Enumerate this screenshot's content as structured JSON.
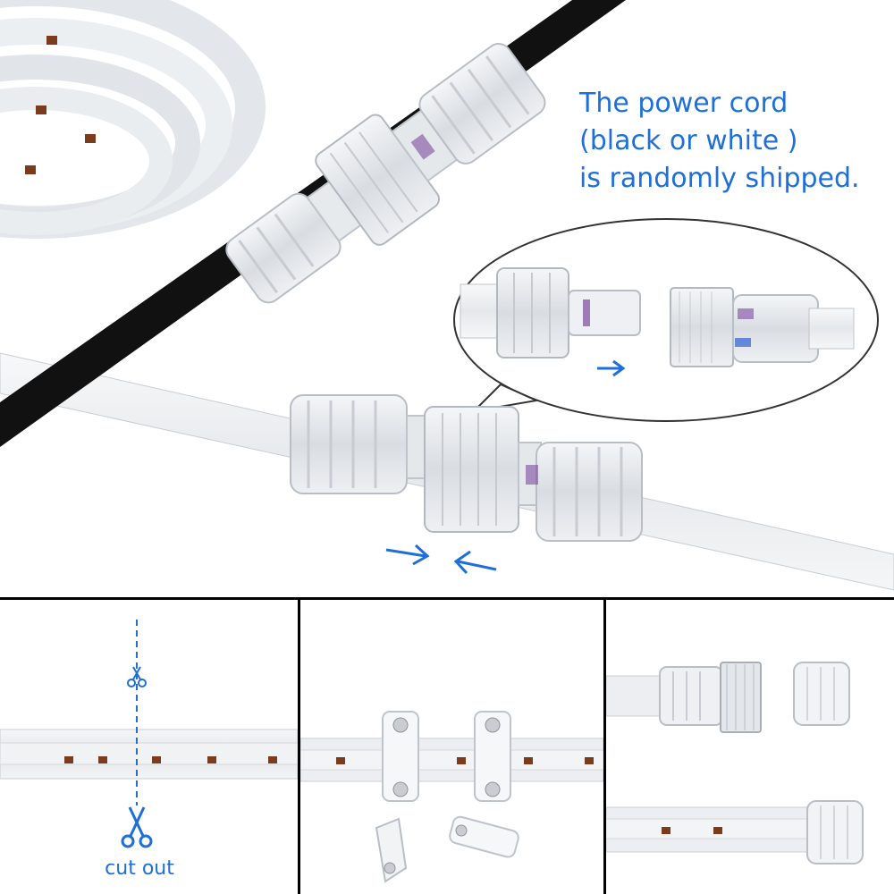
{
  "caption": {
    "line1": "The power cord",
    "line2": "(black or white )",
    "line3": "is randomly shipped."
  },
  "panel_cut": {
    "label": "cut out"
  },
  "colors": {
    "accent_blue": "#1e6fd9",
    "cable_black": "#111111",
    "connector_clear": "#e9ecef"
  },
  "icons": [
    "scissors-icon",
    "arrow-right-icon",
    "arrow-left-icon"
  ]
}
